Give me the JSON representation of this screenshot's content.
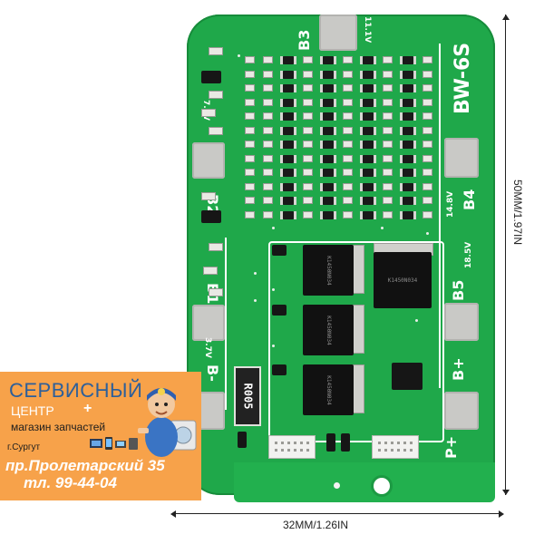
{
  "board": {
    "model_label": "BW-6S",
    "cell_labels": [
      "B3",
      "B2",
      "B1",
      "B4",
      "B5",
      "B+"
    ],
    "terminal_labels": [
      "P+",
      "B-"
    ],
    "voltage_marks": [
      "11.1V",
      "14.8V",
      "18.5V",
      "7.4V",
      "3.7V"
    ],
    "shunt_marking": "R005",
    "mosfet_marking": "K1450N034"
  },
  "dimensions": {
    "height": "50MM/1.97IN",
    "width": "32MM/1.26IN"
  },
  "service_overlay": {
    "title": "СЕРВИСНЫЙ",
    "subtitle": "ЦЕНТР",
    "plus": "+",
    "shop": "магазин запчастей",
    "city": "г.Сургут",
    "address": "пр.Пролетарский 35",
    "phone": "тл. 99-44-04"
  },
  "colors": {
    "pcb": "#1fa84a",
    "overlay": "#f7a24a",
    "overlay_title": "#2d5f9a"
  }
}
